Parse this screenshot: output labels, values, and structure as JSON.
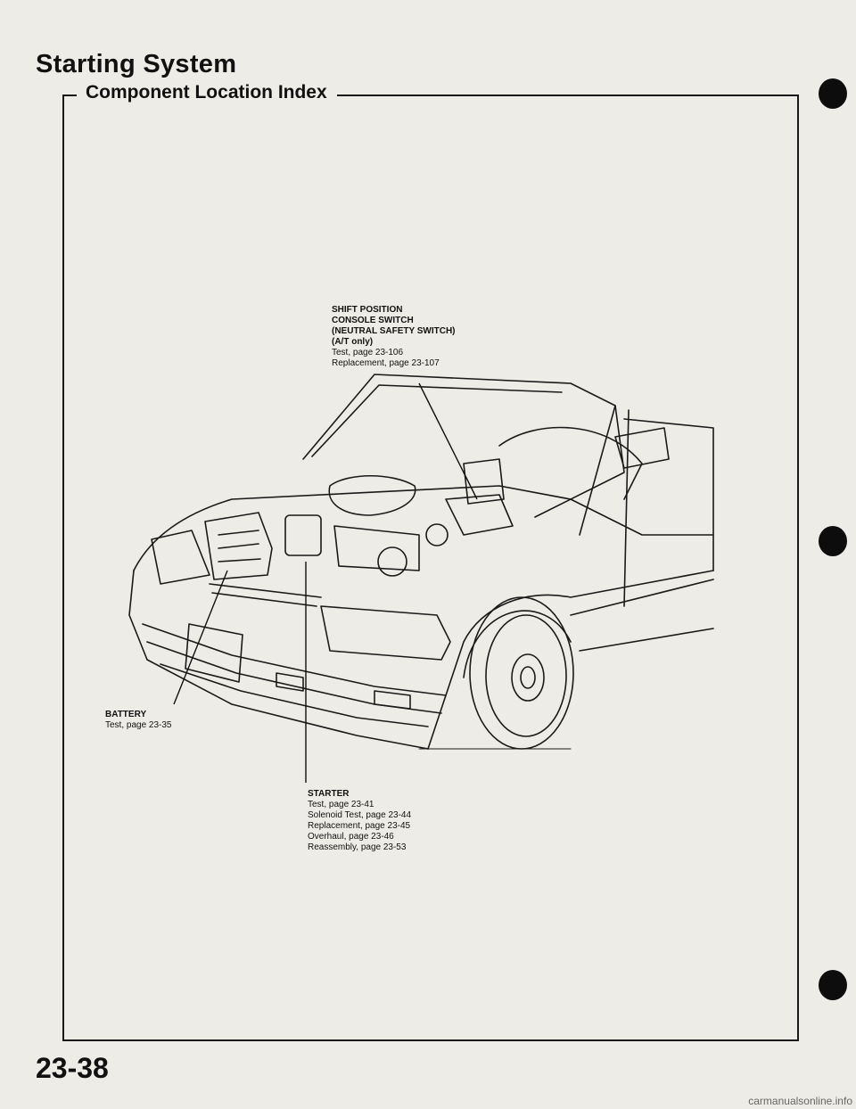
{
  "header": {
    "title": "Starting System",
    "section": "Component Location Index"
  },
  "callouts": {
    "shift_switch": {
      "name_lines": [
        "SHIFT POSITION",
        "CONSOLE SWITCH",
        "(NEUTRAL SAFETY SWITCH)",
        "(A/T only)"
      ],
      "refs": [
        "Test, page 23-106",
        "Replacement, page 23-107"
      ]
    },
    "battery": {
      "name": "BATTERY",
      "refs": [
        "Test, page 23-35"
      ]
    },
    "starter": {
      "name": "STARTER",
      "refs": [
        "Test, page 23-41",
        "Solenoid Test, page 23-44",
        "Replacement, page 23-45",
        "Overhaul, page 23-46",
        "Reassembly, page 23-53"
      ]
    }
  },
  "footer": {
    "page_number": "23-38",
    "watermark": "carmanualsonline.info"
  }
}
